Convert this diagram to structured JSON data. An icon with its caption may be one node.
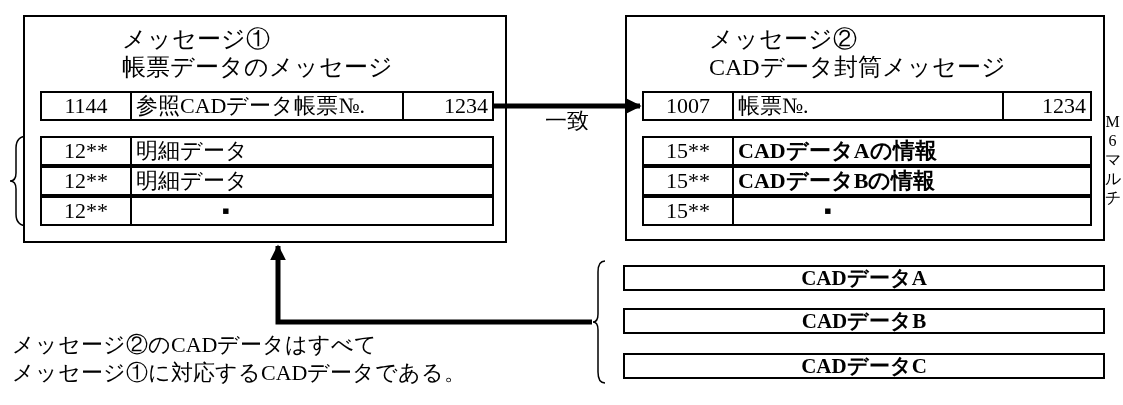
{
  "diagram": {
    "nodes": [
      {
        "text": [
          "メッセージ①",
          "帳票データのメッセージ"
        ]
      },
      {
        "text": [
          "1144",
          "参照CADデータ帳票№.",
          "1234"
        ],
        "in": 0
      },
      {
        "text": [
          "12**",
          "明細データ"
        ],
        "in": 0
      },
      {
        "text": [
          "12**",
          "明細データ"
        ],
        "in": 0
      },
      {
        "text": [
          "12**",
          "▪"
        ],
        "in": 0
      },
      {
        "text": [
          "メッセージ②",
          "CADデータ封筒メッセージ"
        ]
      },
      {
        "text": [
          "1007",
          "帳票№.",
          "1234"
        ],
        "in": 5
      },
      {
        "text": [
          "15**",
          "CADデータAの情報"
        ],
        "in": 5
      },
      {
        "text": [
          "15**",
          "CADデータBの情報"
        ],
        "in": 5
      },
      {
        "text": [
          "15**",
          "▪"
        ],
        "in": 5
      },
      {
        "text": [
          "CADデータA"
        ]
      },
      {
        "text": [
          "CADデータB"
        ]
      },
      {
        "text": [
          "CADデータC"
        ]
      },
      {
        "text": [],
        "shape": "brace"
      }
    ],
    "edges": [
      {
        "from": 1,
        "to": 6,
        "arrow": "to",
        "label": "一致"
      },
      {
        "from": 13,
        "to": 0,
        "arrow": "to"
      }
    ],
    "labels": [
      "メッセージ②のCADデータはすべて",
      "メッセージ①に対応するCADデータである。",
      "M6マルチ"
    ]
  }
}
